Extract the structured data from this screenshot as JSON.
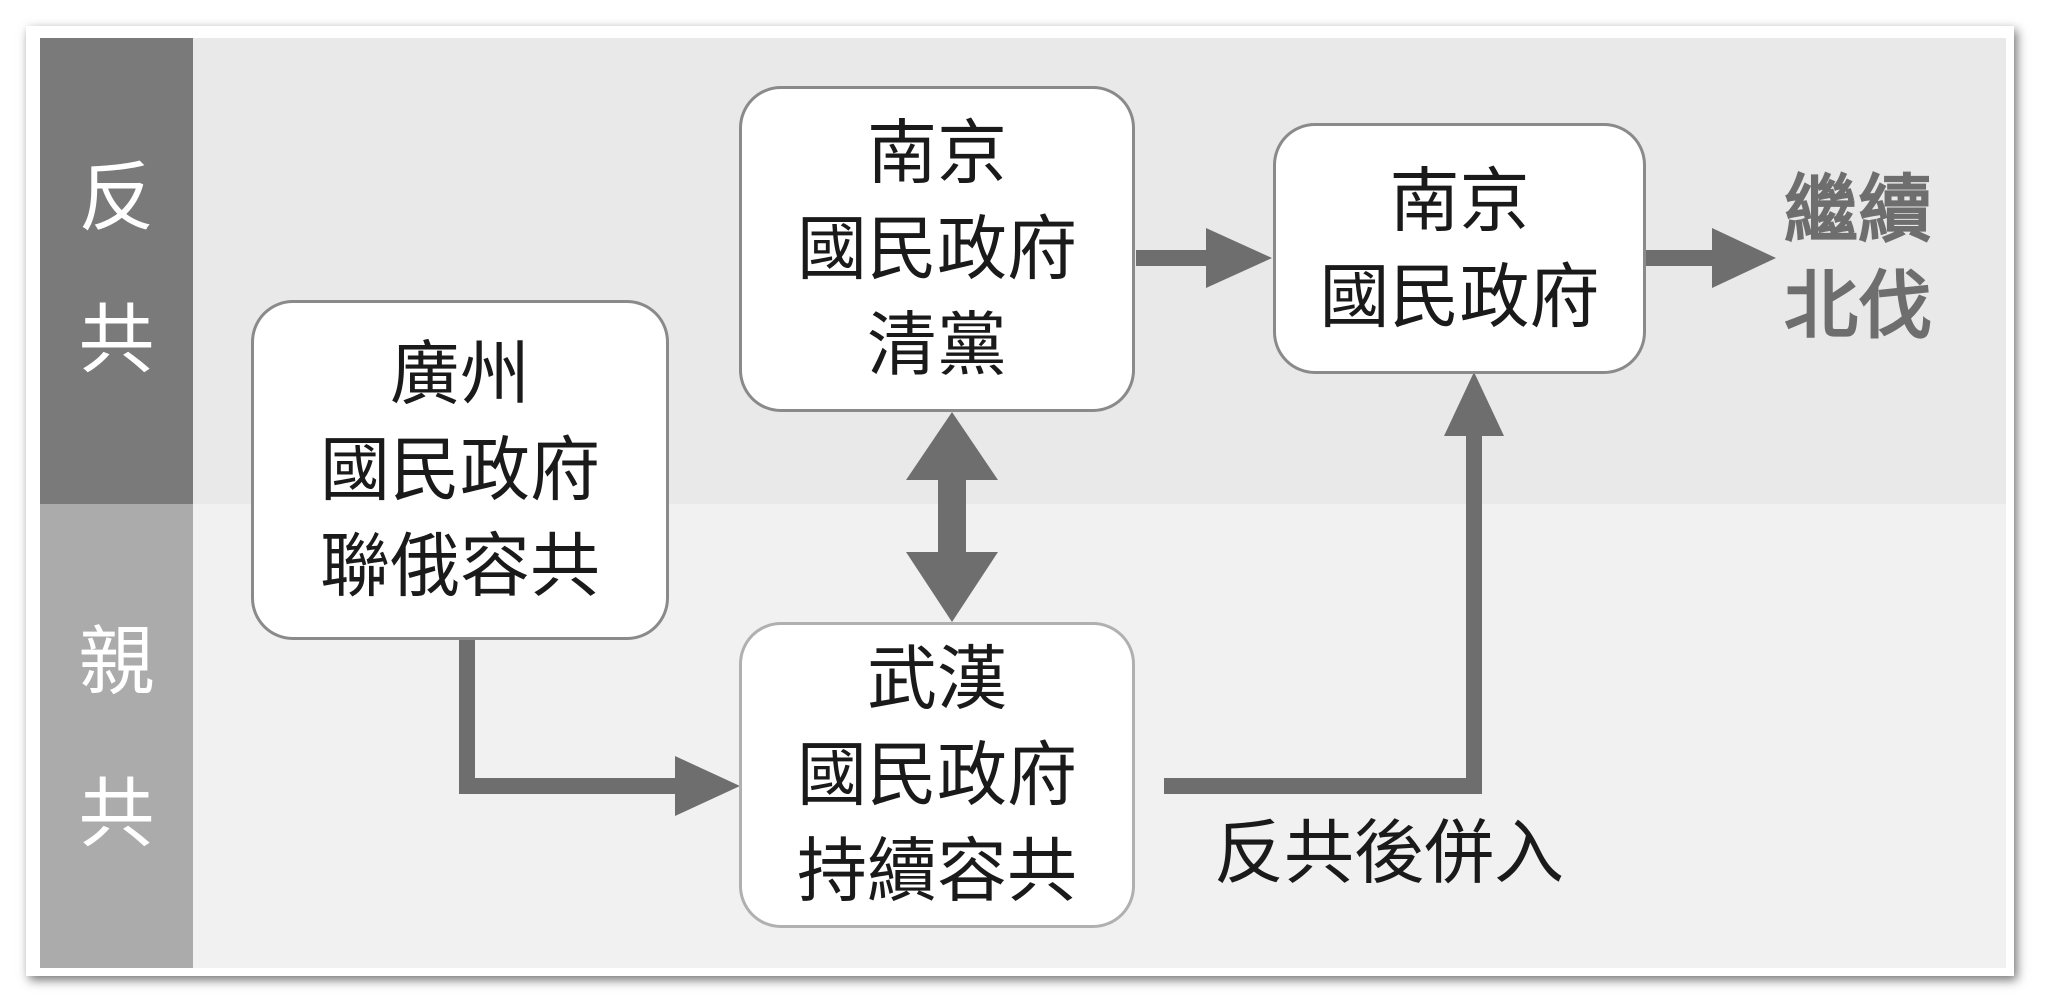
{
  "side_labels": {
    "anti": [
      "反",
      "共"
    ],
    "pro": [
      "親",
      "共"
    ]
  },
  "boxes": {
    "guangzhou": [
      "廣州",
      "國民政府",
      "聯俄容共"
    ],
    "nanjing_purge": [
      "南京",
      "國民政府",
      "清黨"
    ],
    "wuhan": [
      "武漢",
      "國民政府",
      "持續容共"
    ],
    "nanjing": [
      "南京",
      "國民政府"
    ]
  },
  "edge_labels": {
    "merge": "反共後併入"
  },
  "outcome": [
    "繼續",
    "北伐"
  ],
  "colors": {
    "anti_band": "#e9e9e9",
    "pro_band": "#f1f1f1",
    "anti_side": "#7a7a7a",
    "pro_side": "#ababab",
    "arrow": "#6e6e6e",
    "box_border": "#8a8a8a"
  }
}
